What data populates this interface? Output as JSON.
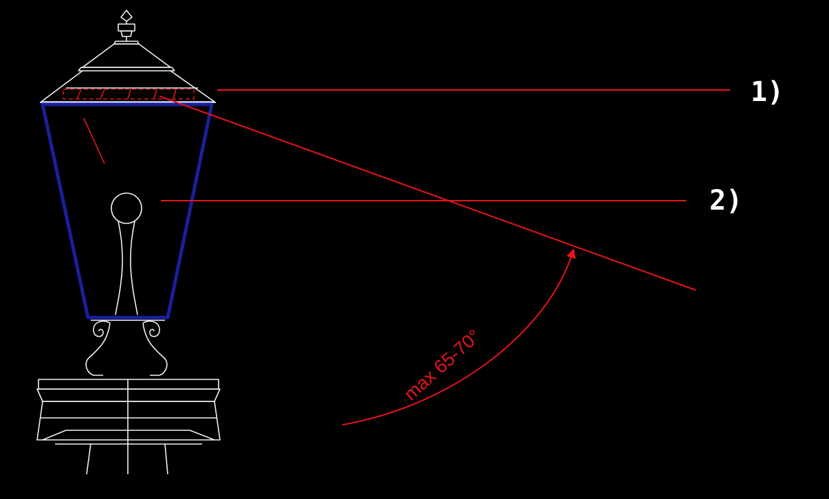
{
  "callouts": [
    {
      "label": "1)"
    },
    {
      "label": "2)"
    }
  ],
  "angle_annotation": {
    "label": "max 65-70°"
  },
  "colors": {
    "background": "#000000",
    "outline": "#f2f2f2",
    "glass_frame": "#1a1f9a",
    "annotation": "#e8141c",
    "callout_text": "#ffffff"
  },
  "icons": {
    "lamp": "street-lantern-drawing",
    "bulb": "light-bulb-drawing",
    "angle": "angle-arc-arrow"
  }
}
